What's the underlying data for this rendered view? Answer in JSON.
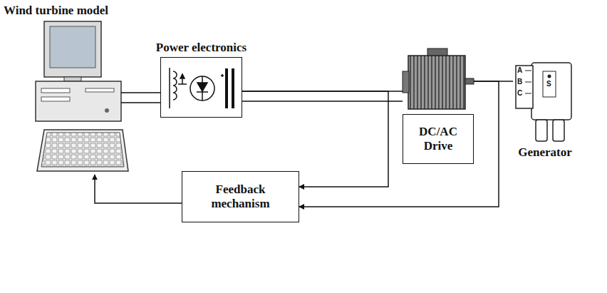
{
  "diagram": {
    "nodes": [
      {
        "text": [
          "Wind turbine model"
        ]
      },
      {
        "text": [
          "Power electronics"
        ]
      },
      {
        "text": [
          "DC/AC Drive"
        ]
      },
      {
        "text": [
          "Generator"
        ]
      },
      {
        "text": [
          "Feedback mechanism"
        ]
      }
    ],
    "edges": [
      {
        "from": 0,
        "to": 1,
        "arrow": "none"
      },
      {
        "from": 1,
        "to": 2,
        "arrow": "none"
      },
      {
        "from": 2,
        "to": 3,
        "arrow": "none"
      },
      {
        "from": 1,
        "to": 4,
        "arrow": "to"
      },
      {
        "from": 2,
        "to": 4,
        "arrow": "to"
      },
      {
        "from": 4,
        "to": 0,
        "arrow": "to"
      }
    ],
    "labels": [
      "A",
      "B",
      "C",
      "S"
    ]
  }
}
